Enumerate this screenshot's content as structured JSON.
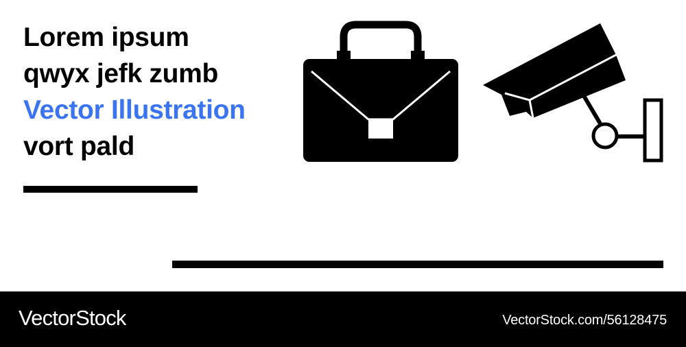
{
  "headline": {
    "lines": [
      "Lorem ipsum",
      "qwyx jefk zumb",
      "Vector Illustration",
      "vort pald"
    ]
  },
  "icons": {
    "left": "briefcase-icon",
    "right": "security-camera-icon"
  },
  "footer": {
    "logo_text": "VectorStock",
    "image_ref": "VectorStock.com/56128475"
  },
  "colors": {
    "accent": "#3b74f0",
    "text": "#000000",
    "background": "#ffffff",
    "footer_bg": "#000000",
    "footer_text": "#ffffff"
  }
}
